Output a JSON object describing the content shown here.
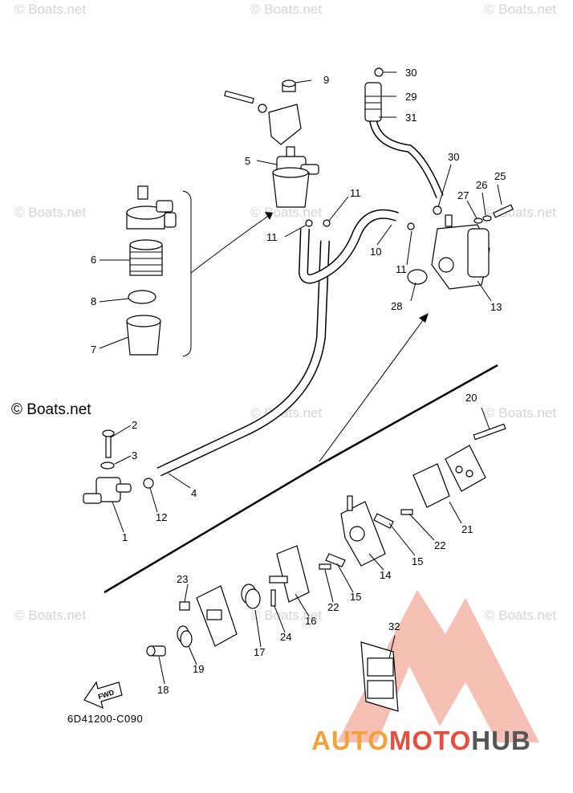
{
  "watermark": "© Boats.net",
  "copyright": "© Boats.net",
  "diagram_code": "6D41200-C090",
  "fwd_label": "FWD",
  "logo": {
    "part1": "AUTO",
    "part2": "MOTO",
    "part3": "HUB",
    "color1": "#f2a23a",
    "color2": "#e84c3d",
    "color3": "#555555"
  },
  "callouts": [
    "1",
    "2",
    "3",
    "4",
    "5",
    "6",
    "7",
    "8",
    "9",
    "10",
    "11",
    "11",
    "11",
    "12",
    "13",
    "14",
    "15",
    "15",
    "16",
    "17",
    "18",
    "19",
    "20",
    "21",
    "22",
    "22",
    "23",
    "24",
    "25",
    "26",
    "27",
    "28",
    "29",
    "30",
    "30",
    "31",
    "32"
  ]
}
